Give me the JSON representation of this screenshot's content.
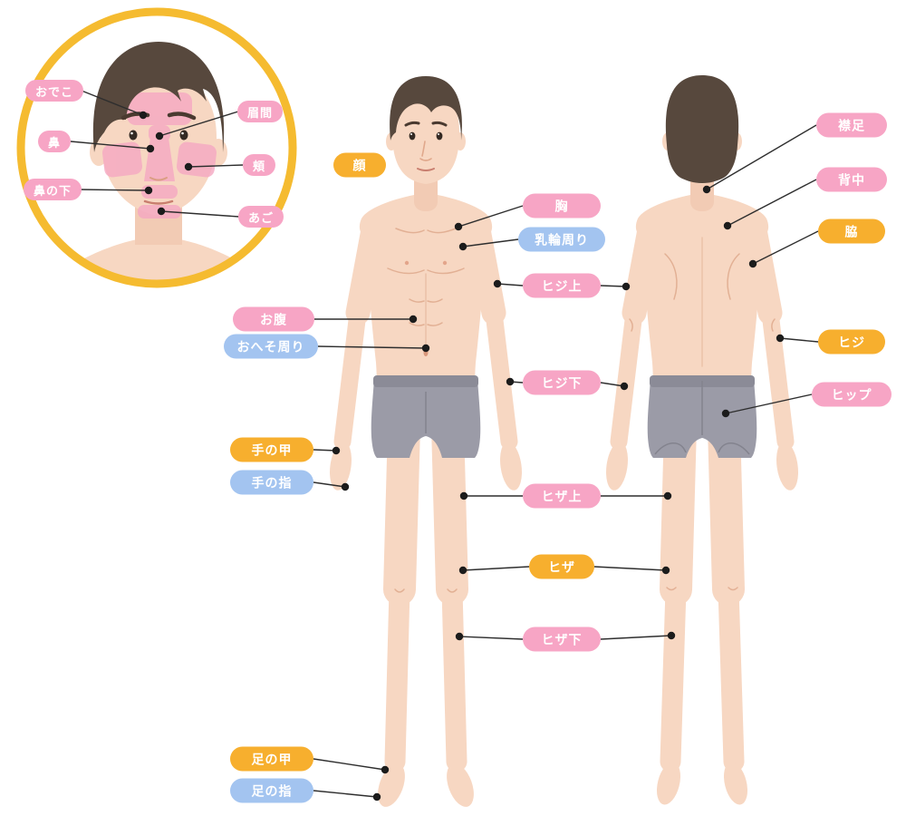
{
  "colors": {
    "pink": "#F7A5C5",
    "blue": "#A3C4F0",
    "orange": "#F7AF2E",
    "ring": "#F5BB30",
    "skin": "#F7D7C2",
    "hair": "#57483D",
    "underwear": "#9B9BA7",
    "line": "#2E2E2E"
  },
  "face_inset": {
    "forehead": "おでこ",
    "glabella": "眉間",
    "nose": "鼻",
    "cheek": "頬",
    "under_nose": "鼻の下",
    "chin": "あご"
  },
  "front_labels": {
    "face": "顔",
    "chest": "胸",
    "areola": "乳輪周り",
    "above_elbow": "ヒジ上",
    "belly": "お腹",
    "around_navel": "おへそ周り",
    "below_elbow": "ヒジ下",
    "back_of_hand": "手の甲",
    "fingers": "手の指",
    "above_knee": "ヒザ上",
    "knee": "ヒザ",
    "below_knee": "ヒザ下",
    "top_of_foot": "足の甲",
    "toes": "足の指"
  },
  "back_labels": {
    "nape": "襟足",
    "back": "背中",
    "armpit": "脇",
    "elbow": "ヒジ",
    "hip": "ヒップ"
  }
}
